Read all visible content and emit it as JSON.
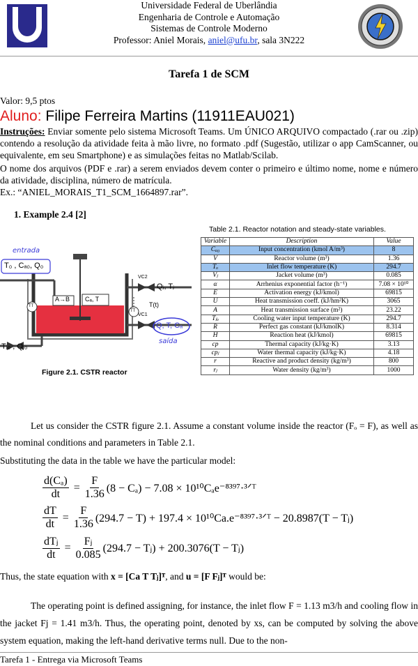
{
  "header": {
    "line1": "Universidade Federal de Uberlândia",
    "line2": "Engenharia de Controle e Automação",
    "line3": "Sistemas de Controle Moderno",
    "professor_prefix": "Professor: Aniel Morais, ",
    "email": "aniel@ufu.br",
    "room": ", sala 3N222"
  },
  "title": "Tarefa 1 de SCM",
  "value_line": "Valor: 9,5 ptos",
  "student_label": "Aluno:",
  "student_name": "Filipe Ferreira Martins (11911EAU021)",
  "instructions_label": "Instruções:",
  "instructions_text": " Enviar somente pelo sistema Microsoft Teams. Um ÚNICO ARQUIVO compactado (.rar ou .zip) contendo a resolução da atividade feita à mão livre, no formato .pdf (Sugestão, utilizar o app CamScanner, ou equivalente, em seu Smartphone) e as simulações feitas no Matlab/Scilab.",
  "naming_text": "O nome dos arquivos (PDF e .rar) a serem enviados devem conter o primeiro e último nome, nome e número da atividade, disciplina, número de matrícula.",
  "example_text": "Ex.: “ANIEL_MORAIS_T1_SCM_1664897.rar”.",
  "section_heading": "1.   Example 2.4 [2]",
  "figure": {
    "caption": "Figure 2.1. CSTR reactor",
    "annot_entrada": "entrada",
    "annot_saida": "saída",
    "inlet_label": "T₀ , Cₐ₀, Q₀",
    "outlet_label": "Q, T, Cₐ",
    "jacket_in_label": "Tⱼ₀ , Qⱼ₀",
    "qj_label": "Qⱼ, Tⱼ",
    "reaction": "A→B",
    "ca_t": "Cₐ, T",
    "vc2": "VC2",
    "vc1": "VC1",
    "tt": "TT",
    "tt_time": "T(t)"
  },
  "table": {
    "caption": "Table 2.1. Reactor notation and steady-state variables.",
    "headers": [
      "Variable",
      "Description",
      "Value"
    ],
    "rows": [
      {
        "var": "Cₐ₀",
        "desc": "Input concentration (kmol A/m³)",
        "val": "8"
      },
      {
        "var": "V",
        "desc": "Reactor volume (m³)",
        "val": "1.36"
      },
      {
        "var": "Tₒ",
        "desc": "Inlet flow temperature (K)",
        "val": "294.7"
      },
      {
        "var": "Vⱼ",
        "desc": "Jacket volume (m³)",
        "val": "0.085"
      },
      {
        "var": "α",
        "desc": "Arrhenius exponential factor (h⁻¹)",
        "val": "7.08 × 10¹⁰"
      },
      {
        "var": "E",
        "desc": "Activation energy (kJ/kmol)",
        "val": "69815"
      },
      {
        "var": "U",
        "desc": "Heat transmission coeff. (kJ/hm²K)",
        "val": "3065"
      },
      {
        "var": "A",
        "desc": "Heat transmission surface (m²)",
        "val": "23.22"
      },
      {
        "var": "Tⱼₒ",
        "desc": "Cooling water input temperature (K)",
        "val": "294.7"
      },
      {
        "var": "R",
        "desc": "Perfect gas constant (kJ/kmolK)",
        "val": "8.314"
      },
      {
        "var": "H",
        "desc": "Reaction heat (kJ/kmol)",
        "val": "69815"
      },
      {
        "var": "cp",
        "desc": "Thermal capacity (kJ/kg·K)",
        "val": "3.13"
      },
      {
        "var": "cpⱼ",
        "desc": "Water thermal capacity (kJ/kg·K)",
        "val": "4.18"
      },
      {
        "var": "r",
        "desc": "Reactive and product density (kg/m³)",
        "val": "800"
      },
      {
        "var": "rⱼ",
        "desc": "Water density (kg/m³)",
        "val": "1000"
      }
    ]
  },
  "para1": "Let us consider the CSTR figure 2.1. Assume a constant volume inside the reactor (Fₒ = F), as well as the nominal conditions and parameters in Table 2.1.",
  "para2": "Substituting the data in the table we have the particular model:",
  "eq1": {
    "lhs_num": "d(Cₐ)",
    "lhs_den": "dt",
    "num": "F",
    "den": "1.36",
    "rest": "(8 − Cₐ) − 7.08 × 10¹⁰Cₐe⁻⁸³⁹⁷·³ᐟᵀ"
  },
  "eq2": {
    "lhs_num": "dT",
    "lhs_den": "dt",
    "num": "F",
    "den": "1.36",
    "rest": "(294.7 − T) + 197.4 × 10¹⁰Ca.e⁻⁸³⁹⁷·³ᐟᵀ − 20.8987(T − Tⱼ)"
  },
  "eq3": {
    "lhs_num": "dTⱼ",
    "lhs_den": "dt",
    "num": "Fⱼ",
    "den": "0.085",
    "rest": "(294.7 − Tⱼ) + 200.3076(T − Tⱼ)"
  },
  "state_line": {
    "prefix": "Thus, the state equation with ",
    "x": "x = [Ca  T  Tⱼ]ᵀ",
    "mid": ", and ",
    "u": "u = [F  Fⱼ]ᵀ",
    "suffix": " would be:"
  },
  "para3": "The operating point is defined assigning, for instance, the inlet flow F = 1.13 m3/h and cooling flow in the jacket Fj = 1.41 m3/h. Thus, the operating point, denoted by xs, can be computed by solving the above system equation, making the left-hand derivative terms null. Due to the non-",
  "footer": "Tarefa 1 - Entrega via Microsoft Teams",
  "colors": {
    "highlight": "#9cc3ee",
    "red": "#e01e1e",
    "link": "#1a3fd0",
    "annotation": "#3a3ad8"
  }
}
